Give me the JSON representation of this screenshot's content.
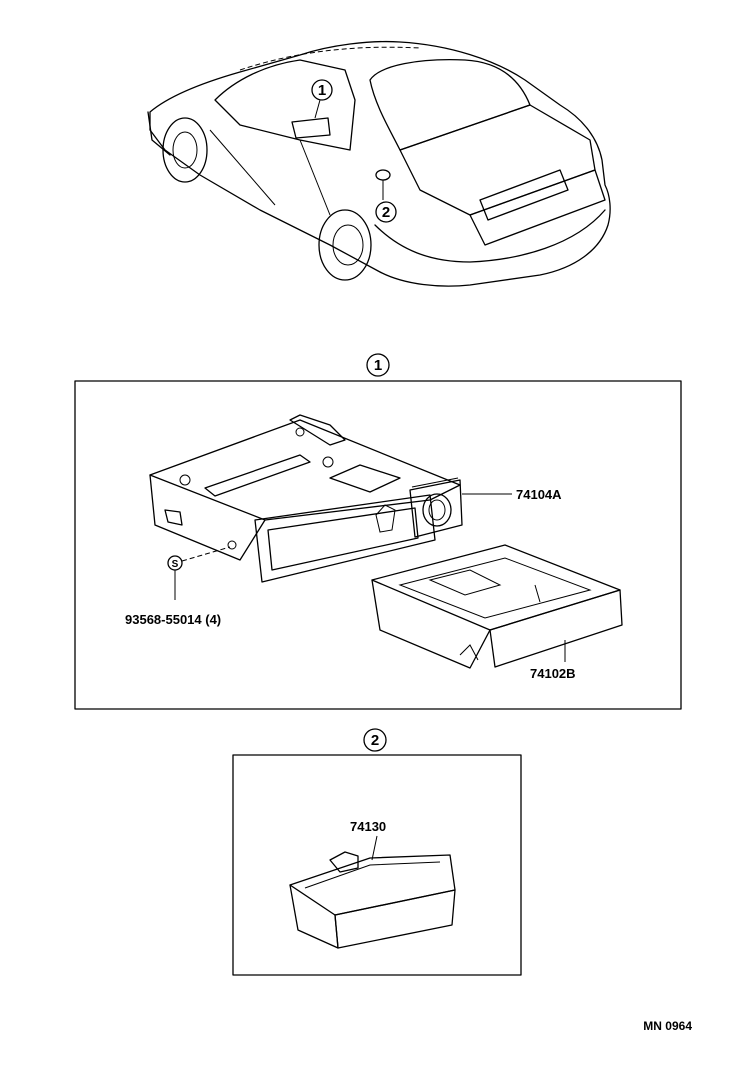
{
  "diagram": {
    "callouts": {
      "ref_one": "1",
      "ref_two": "2"
    },
    "panel_one": {
      "number": "1",
      "parts": [
        {
          "part_no": "74104A"
        },
        {
          "part_no": "93568-55014 (4)"
        },
        {
          "part_no": "74102B"
        },
        {
          "symbol": "S"
        }
      ]
    },
    "panel_two": {
      "number": "2",
      "parts": [
        {
          "part_no": "74130"
        }
      ]
    },
    "code": "MN 0964"
  }
}
